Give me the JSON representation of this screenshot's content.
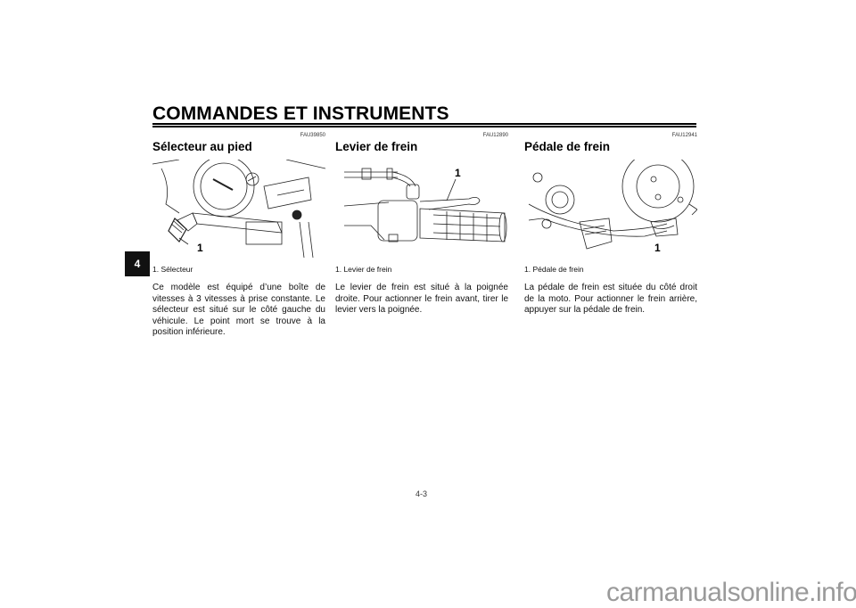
{
  "page": {
    "section_title": "COMMANDES ET INSTRUMENTS",
    "chapter_tab": "4",
    "page_number": "4-3",
    "watermark": "carmanualsonline.info"
  },
  "columns": [
    {
      "code": "FAU39850",
      "heading": "Sélecteur au pied",
      "figure_icon": "shift-pedal-illustration",
      "callout": "1",
      "caption": "1. Sélecteur",
      "body": "Ce modèle est équipé d’une boîte de vitesses à 3 vitesses à prise constante. Le sélecteur est situé sur le côté gauche du véhicule. Le point mort se trouve à la position inférieure."
    },
    {
      "code": "FAU12890",
      "heading": "Levier de frein",
      "figure_icon": "brake-lever-illustration",
      "callout": "1",
      "caption": "1. Levier de frein",
      "body": "Le levier de frein est situé à la poignée droite. Pour actionner le frein avant, tirer le levier vers la poignée."
    },
    {
      "code": "FAU12941",
      "heading": "Pédale de frein",
      "figure_icon": "brake-pedal-illustration",
      "callout": "1",
      "caption": "1. Pédale de frein",
      "body": "La pédale de frein est située du côté droit de la moto. Pour actionner le frein arrière, appuyer sur la pédale de frein."
    }
  ]
}
